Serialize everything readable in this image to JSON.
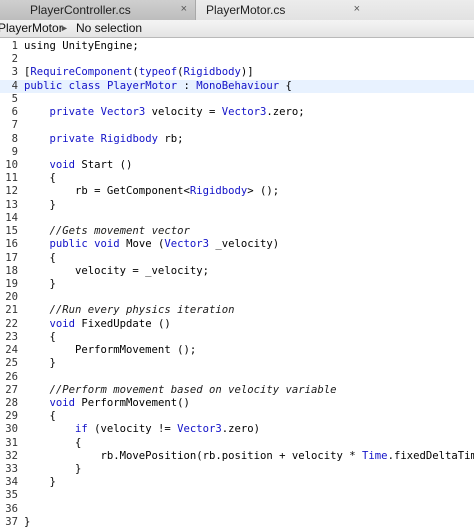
{
  "tabs": [
    {
      "label": "PlayerController.cs",
      "close": "×"
    },
    {
      "label": "PlayerMotor.cs",
      "close": "×"
    }
  ],
  "pathbar": {
    "class_name": "PlayerMotor",
    "separator": "►",
    "member": "No selection"
  },
  "editor": {
    "current_line": 4,
    "lines": [
      {
        "n": "1",
        "t": [
          [
            "using UnityEngine;",
            ""
          ]
        ]
      },
      {
        "n": "2",
        "t": []
      },
      {
        "n": "3",
        "t": [
          [
            "[",
            ""
          ],
          [
            "RequireComponent",
            "ty"
          ],
          [
            "(",
            ""
          ],
          [
            "typeof",
            "kw"
          ],
          [
            "(",
            ""
          ],
          [
            "Rigidbody",
            "ty"
          ],
          [
            ")]",
            ""
          ]
        ]
      },
      {
        "n": "4",
        "t": [
          [
            "public class",
            "kw"
          ],
          [
            " ",
            ""
          ],
          [
            "PlayerMotor",
            "ty"
          ],
          [
            " : ",
            ""
          ],
          [
            "MonoBehaviour",
            "ty"
          ],
          [
            " {",
            ""
          ]
        ]
      },
      {
        "n": "5",
        "t": []
      },
      {
        "n": "6",
        "t": [
          [
            "    ",
            ""
          ],
          [
            "private",
            "kw"
          ],
          [
            " ",
            ""
          ],
          [
            "Vector3",
            "ty"
          ],
          [
            " velocity = ",
            ""
          ],
          [
            "Vector3",
            "ty"
          ],
          [
            ".zero;",
            ""
          ]
        ]
      },
      {
        "n": "7",
        "t": []
      },
      {
        "n": "8",
        "t": [
          [
            "    ",
            ""
          ],
          [
            "private",
            "kw"
          ],
          [
            " ",
            ""
          ],
          [
            "Rigidbody",
            "ty"
          ],
          [
            " rb;",
            ""
          ]
        ]
      },
      {
        "n": "9",
        "t": []
      },
      {
        "n": "10",
        "t": [
          [
            "    ",
            ""
          ],
          [
            "void",
            "kw"
          ],
          [
            " Start ()",
            ""
          ]
        ]
      },
      {
        "n": "11",
        "t": [
          [
            "    {",
            ""
          ]
        ]
      },
      {
        "n": "12",
        "t": [
          [
            "        rb = GetComponent<",
            ""
          ],
          [
            "Rigidbody",
            "ty"
          ],
          [
            "> ();",
            ""
          ]
        ]
      },
      {
        "n": "13",
        "t": [
          [
            "    }",
            ""
          ]
        ]
      },
      {
        "n": "14",
        "t": []
      },
      {
        "n": "15",
        "t": [
          [
            "    ",
            ""
          ],
          [
            "//Gets movement vector",
            "cm"
          ]
        ]
      },
      {
        "n": "16",
        "t": [
          [
            "    ",
            ""
          ],
          [
            "public void",
            "kw"
          ],
          [
            " Move (",
            ""
          ],
          [
            "Vector3",
            "ty"
          ],
          [
            " _velocity)",
            ""
          ]
        ]
      },
      {
        "n": "17",
        "t": [
          [
            "    {",
            ""
          ]
        ]
      },
      {
        "n": "18",
        "t": [
          [
            "        velocity = _velocity;",
            ""
          ]
        ]
      },
      {
        "n": "19",
        "t": [
          [
            "    }",
            ""
          ]
        ]
      },
      {
        "n": "20",
        "t": []
      },
      {
        "n": "21",
        "t": [
          [
            "    ",
            ""
          ],
          [
            "//Run every physics iteration",
            "cm"
          ]
        ]
      },
      {
        "n": "22",
        "t": [
          [
            "    ",
            ""
          ],
          [
            "void",
            "kw"
          ],
          [
            " FixedUpdate ()",
            ""
          ]
        ]
      },
      {
        "n": "23",
        "t": [
          [
            "    {",
            ""
          ]
        ]
      },
      {
        "n": "24",
        "t": [
          [
            "        PerformMovement ();",
            ""
          ]
        ]
      },
      {
        "n": "25",
        "t": [
          [
            "    }",
            ""
          ]
        ]
      },
      {
        "n": "26",
        "t": []
      },
      {
        "n": "27",
        "t": [
          [
            "    ",
            ""
          ],
          [
            "//Perform movement based on velocity variable",
            "cm"
          ]
        ]
      },
      {
        "n": "28",
        "t": [
          [
            "    ",
            ""
          ],
          [
            "void",
            "kw"
          ],
          [
            " PerformMovement()",
            ""
          ]
        ]
      },
      {
        "n": "29",
        "t": [
          [
            "    {",
            ""
          ]
        ]
      },
      {
        "n": "30",
        "t": [
          [
            "        ",
            ""
          ],
          [
            "if",
            "kw"
          ],
          [
            " (velocity != ",
            ""
          ],
          [
            "Vector3",
            "ty"
          ],
          [
            ".zero)",
            ""
          ]
        ]
      },
      {
        "n": "31",
        "t": [
          [
            "        {",
            ""
          ]
        ]
      },
      {
        "n": "32",
        "t": [
          [
            "            rb.MovePosition(rb.position + velocity * ",
            ""
          ],
          [
            "Time",
            "ty"
          ],
          [
            ".fixedDeltaTime);",
            ""
          ]
        ]
      },
      {
        "n": "33",
        "t": [
          [
            "        }",
            ""
          ]
        ]
      },
      {
        "n": "34",
        "t": [
          [
            "    }",
            ""
          ]
        ]
      },
      {
        "n": "35",
        "t": []
      },
      {
        "n": "36",
        "t": []
      },
      {
        "n": "37",
        "t": [
          [
            "}",
            ""
          ]
        ]
      }
    ]
  }
}
